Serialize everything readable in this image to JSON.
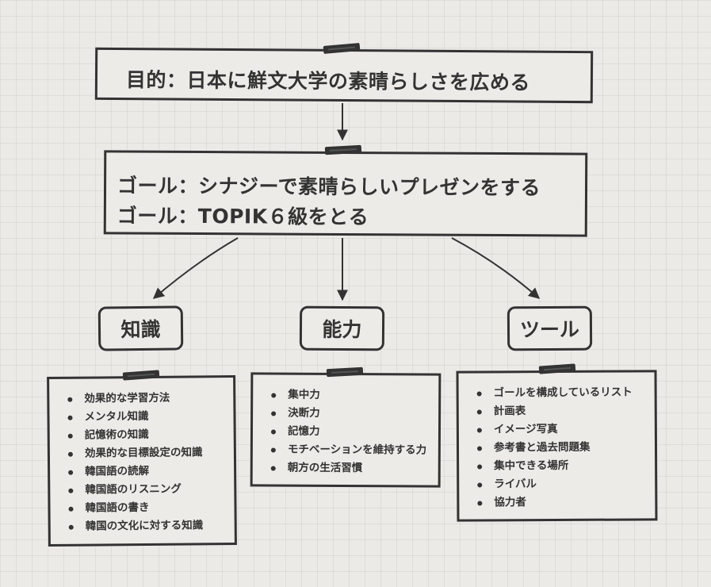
{
  "purpose": {
    "text": "目的：日本に鮮文大学の素晴らしさを広める"
  },
  "goals": [
    "ゴール：シナジーで素晴らしいプレゼンをする",
    "ゴール：TOPIK６級をとる"
  ],
  "categories": [
    {
      "label": "知識",
      "items": [
        "効果的な学習方法",
        "メンタル知識",
        "記憶術の知識",
        "効果的な目標設定の知識",
        "韓国語の読解",
        "韓国語のリスニング",
        "韓国語の書き",
        "韓国の文化に対する知識"
      ]
    },
    {
      "label": "能力",
      "items": [
        "集中力",
        "決断力",
        "記憶力",
        "モチベーションを維持する力",
        "朝方の生活習慣"
      ]
    },
    {
      "label": "ツール",
      "items": [
        "ゴールを構成しているリスト",
        "計画表",
        "イメージ写真",
        "参考書と過去問題集",
        "集中できる場所",
        "ライバル",
        "協力者"
      ]
    }
  ],
  "colors": {
    "ink": "#333333",
    "background": "#eceae7"
  }
}
